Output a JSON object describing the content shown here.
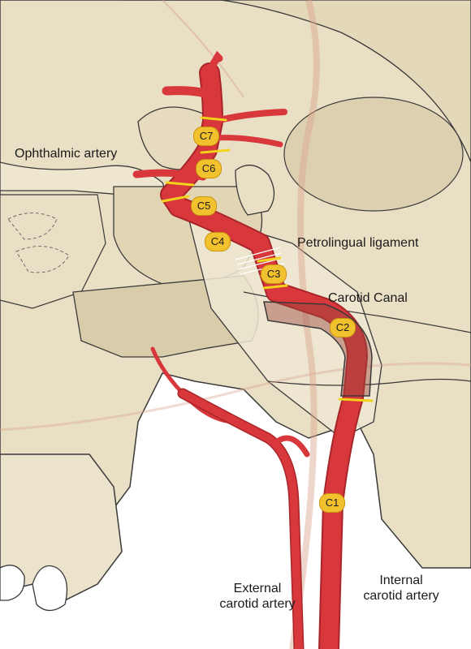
{
  "labels": {
    "ophthalmic": "Ophthalmic artery",
    "petrolingual": "Petrolingual ligament",
    "carotid_canal": "Carotid Canal",
    "external_line1": "External",
    "external_line2": "carotid artery",
    "internal_line1": "Internal",
    "internal_line2": "carotid artery"
  },
  "segments": [
    "C1",
    "C2",
    "C3",
    "C4",
    "C5",
    "C6",
    "C7"
  ],
  "colors": {
    "bone": "#e9dfc4",
    "bone_dark": "#d8ccaa",
    "outline": "#3a3a3a",
    "artery": "#d8373b",
    "artery_dark": "#a8262a",
    "marker": "#f2c12e",
    "boundary": "#f2d21c"
  }
}
